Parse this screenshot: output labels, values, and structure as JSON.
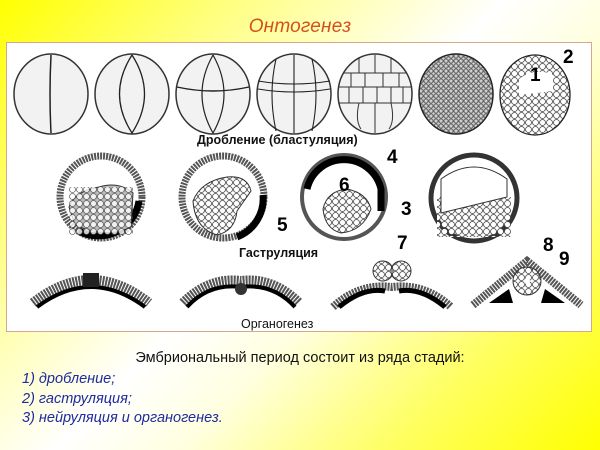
{
  "slide": {
    "title": "Онтогенез",
    "background": {
      "gradient": [
        "#ffff00",
        "#ffffff",
        "#ffff00"
      ],
      "direction": "135deg"
    },
    "title_color": "#d4501e"
  },
  "figure": {
    "section_labels": {
      "cleavage": "Дробление (бластуляция)",
      "gastrulation": "Гаструляция",
      "organogenesis": "Органогенез"
    },
    "rows": {
      "cleavage": [
        "2-cell stage",
        "4-cell stage",
        "8-cell stage",
        "16-cell stage",
        "32-cell stage",
        "morula",
        "blastula section"
      ],
      "gastrulation": [
        "early gastrula",
        "mid gastrula",
        "late gastrula",
        "gastrula with mesoderm"
      ],
      "organogenesis": [
        "neural plate",
        "neural groove",
        "neural folds",
        "neural tube"
      ]
    },
    "callouts": [
      "1",
      "2",
      "3",
      "4",
      "5",
      "6",
      "7",
      "8",
      "9"
    ]
  },
  "text": {
    "intro": "Эмбриональный период состоит из ряда стадий:",
    "stages": [
      "1) дробление;",
      "2) гаструляция;",
      "3) нейруляция и органогенез."
    ],
    "list_color": "#1f2a9e"
  }
}
